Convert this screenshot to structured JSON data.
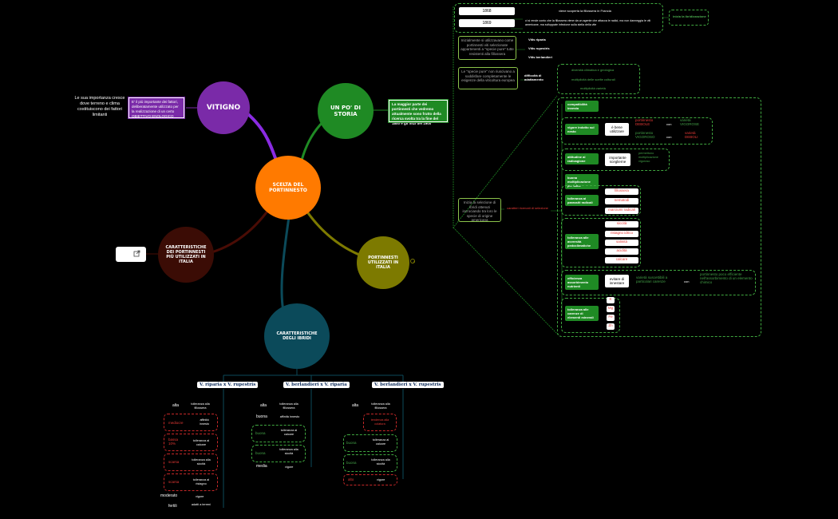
{
  "center": "SCELTA DEL PORTINNESTO",
  "vitigno": {
    "title": "VITIGNO",
    "note": "Le sua importanza cresce dove terreno e clima costituiscono dei fattori limitanti",
    "box": "E' il più importante dei fattori, deliberatamente utilizzato per la realizzazione di un certo OBIETTIVO ENOLOGICO"
  },
  "storia": {
    "title": "UN PO' DI STORIA",
    "box": "La maggior parte dei portinnesti che vedremo attualmente sono frutto della ricerca svolta tra la fine del 1800 e gli inizi del 1900"
  },
  "caratt": {
    "title": "CARATTERISTICHE DEI PORTINNESTI PIÙ UTILIZZATI IN ITALIA"
  },
  "port": {
    "title": "PORTINNESTI UTILIZZATI IN ITALIA"
  },
  "ibridi": {
    "title": "CARATTERISTICHE DEGLI IBRIDI"
  },
  "history": {
    "y1": "1868",
    "t1": "viene scoperta la fillossera in Francia",
    "y2": "1869",
    "t2": "ci si rende conto che la fillossera viene da un agente che attacca le radici, ma non danneggia le viti americane, ma sviluppate infezione sulla stella della vite",
    "ibrido": "inizia la ibridizzazione",
    "pure": "Inizialmente si utilizzavano come portinnesti viti selezionate appartenenti a \"specie pure\" tutte resistenti alla fillossera",
    "species": [
      "Vitis riparia",
      "Vitis rupestris",
      "Vitis berlandieri"
    ],
    "limits": "Le \"specie pure\" non riuscivano a soddisfare completamente le esigenze della viticoltura europea",
    "diff": "difficoltà di adattamento",
    "diffItems": [
      "diversità climatica e geologica",
      "moltiplicità delle scelte colturali",
      "moltiplicità varietà"
    ],
    "breed": "Inizia la selezione di ibridi ottenuti incrociando tra loro le specie di origine americana",
    "carattLabel": "caratteri ricercati di selezione"
  },
  "traits": {
    "comp": "compatibilità innesto",
    "vig": "vigore indotto sul nesto",
    "vigBox": "è bene utilizzare",
    "vigA": "portinnesto DEBOLE",
    "vigA2": "varietà VIGOROSE",
    "vigB": "portinnesto VIGOROSO",
    "vigB2": "varietà DEBOLI",
    "con": "con",
    "rad": "attitudine al radicagione",
    "radBox": "importante sceglierne",
    "radNote": "permettono moltiplicazione vigoroso",
    "buona": "buona moltiplicazione per talea",
    "tol": "tolleranza ai parassiti radicali",
    "tolItems": [
      "fillossera",
      "nematodi",
      "marciumi radicali"
    ],
    "soil": "tolleranza alle avversità pedoclimatiche",
    "soilItems": [
      "siccità",
      "ristagno idrico",
      "salinità",
      "acidità",
      "calcare"
    ],
    "eff": "efficienza assorbimento nutrienti",
    "effBox": "evitare di innestare",
    "effA": "varietà suscettibili a particolari carenze",
    "effB": "portinnesto poco efficiente nell'assorbimento di un elemento chimico",
    "min": "tolleranza alle carenze di elementi minerali",
    "minItems": [
      "K",
      "Mg",
      "Fe",
      "Zn"
    ]
  },
  "ibr": {
    "h1": "V. riparia x V. rupestris",
    "h2": "V. berlandieri x V. riparia",
    "h3": "V. berlandieri x V. rupestris",
    "c1": [
      [
        "alta",
        "tolleranza alla fillossera"
      ],
      [
        "mediocre",
        "affinità innesto"
      ],
      [
        "bassa 10%",
        "tolleranza al calcare"
      ],
      [
        "scarsa",
        "tolleranza alla siccità"
      ],
      [
        "scarsa",
        "tolleranza al ristagno"
      ],
      [
        "moderato",
        "vigore"
      ],
      [
        "fertili",
        "adatti a terreni"
      ]
    ],
    "c2": [
      [
        "alta",
        "tolleranza alla fillossera"
      ],
      [
        "buona",
        "affinità innesto"
      ],
      [
        "buona",
        "tolleranza al calcare"
      ],
      [
        "buona",
        "tolleranza alla siccità"
      ],
      [
        "media",
        "vigore"
      ]
    ],
    "c3": [
      [
        "alta",
        "tolleranza alla fillossera"
      ],
      [
        "",
        "tendenza alla colatura"
      ],
      [
        "buona",
        "tolleranza al calcare"
      ],
      [
        "buona",
        "tolleranza alla siccità"
      ],
      [
        "alto",
        "vigore"
      ]
    ]
  }
}
